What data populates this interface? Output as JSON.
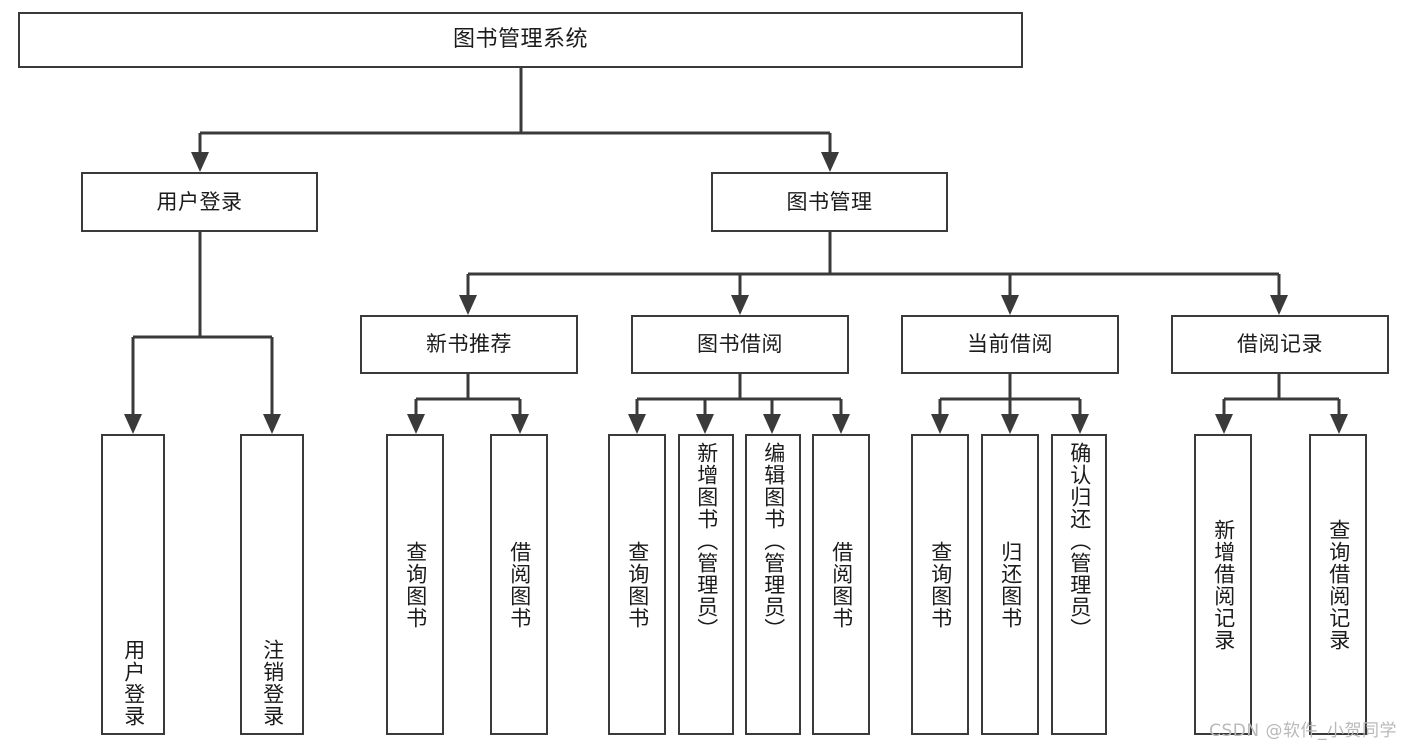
{
  "diagram": {
    "title": "图书管理系统",
    "type": "functional-structure-tree",
    "stroke_color": "#3a3a3a",
    "fill_color": "#ffffff",
    "text_color": "#1b1b1b"
  },
  "nodes": {
    "root": {
      "label": "图书管理系统"
    },
    "level2": [
      {
        "id": "user-login",
        "label": "用户登录"
      },
      {
        "id": "book-manage",
        "label": "图书管理"
      }
    ],
    "level3": [
      {
        "id": "new-book-recommend",
        "label": "新书推荐"
      },
      {
        "id": "book-borrow",
        "label": "图书借阅"
      },
      {
        "id": "current-borrow",
        "label": "当前借阅"
      },
      {
        "id": "borrow-record",
        "label": "借阅记录"
      }
    ],
    "leaves": {
      "user_login": [
        {
          "id": "leaf-user-login",
          "label": "用户登录"
        },
        {
          "id": "leaf-logout-login",
          "label": "注销登录"
        }
      ],
      "new_book_recommend": [
        {
          "id": "leaf-query-book-1",
          "label": "查询图书"
        },
        {
          "id": "leaf-borrow-book-1",
          "label": "借阅图书"
        }
      ],
      "book_borrow": [
        {
          "id": "leaf-query-book-2",
          "label": "查询图书"
        },
        {
          "id": "leaf-add-book",
          "label": "新增图书（管理员）"
        },
        {
          "id": "leaf-edit-book",
          "label": "编辑图书（管理员）"
        },
        {
          "id": "leaf-borrow-book-2",
          "label": "借阅图书"
        }
      ],
      "current_borrow": [
        {
          "id": "leaf-query-book-3",
          "label": "查询图书"
        },
        {
          "id": "leaf-return-book",
          "label": "归还图书"
        },
        {
          "id": "leaf-confirm-return",
          "label": "确认归还（管理员）"
        }
      ],
      "borrow_record": [
        {
          "id": "leaf-add-record",
          "label": "新增借阅记录"
        },
        {
          "id": "leaf-query-record",
          "label": "查询借阅记录"
        }
      ]
    }
  },
  "watermark": {
    "text": "CSDN @软件_小贺同学"
  }
}
